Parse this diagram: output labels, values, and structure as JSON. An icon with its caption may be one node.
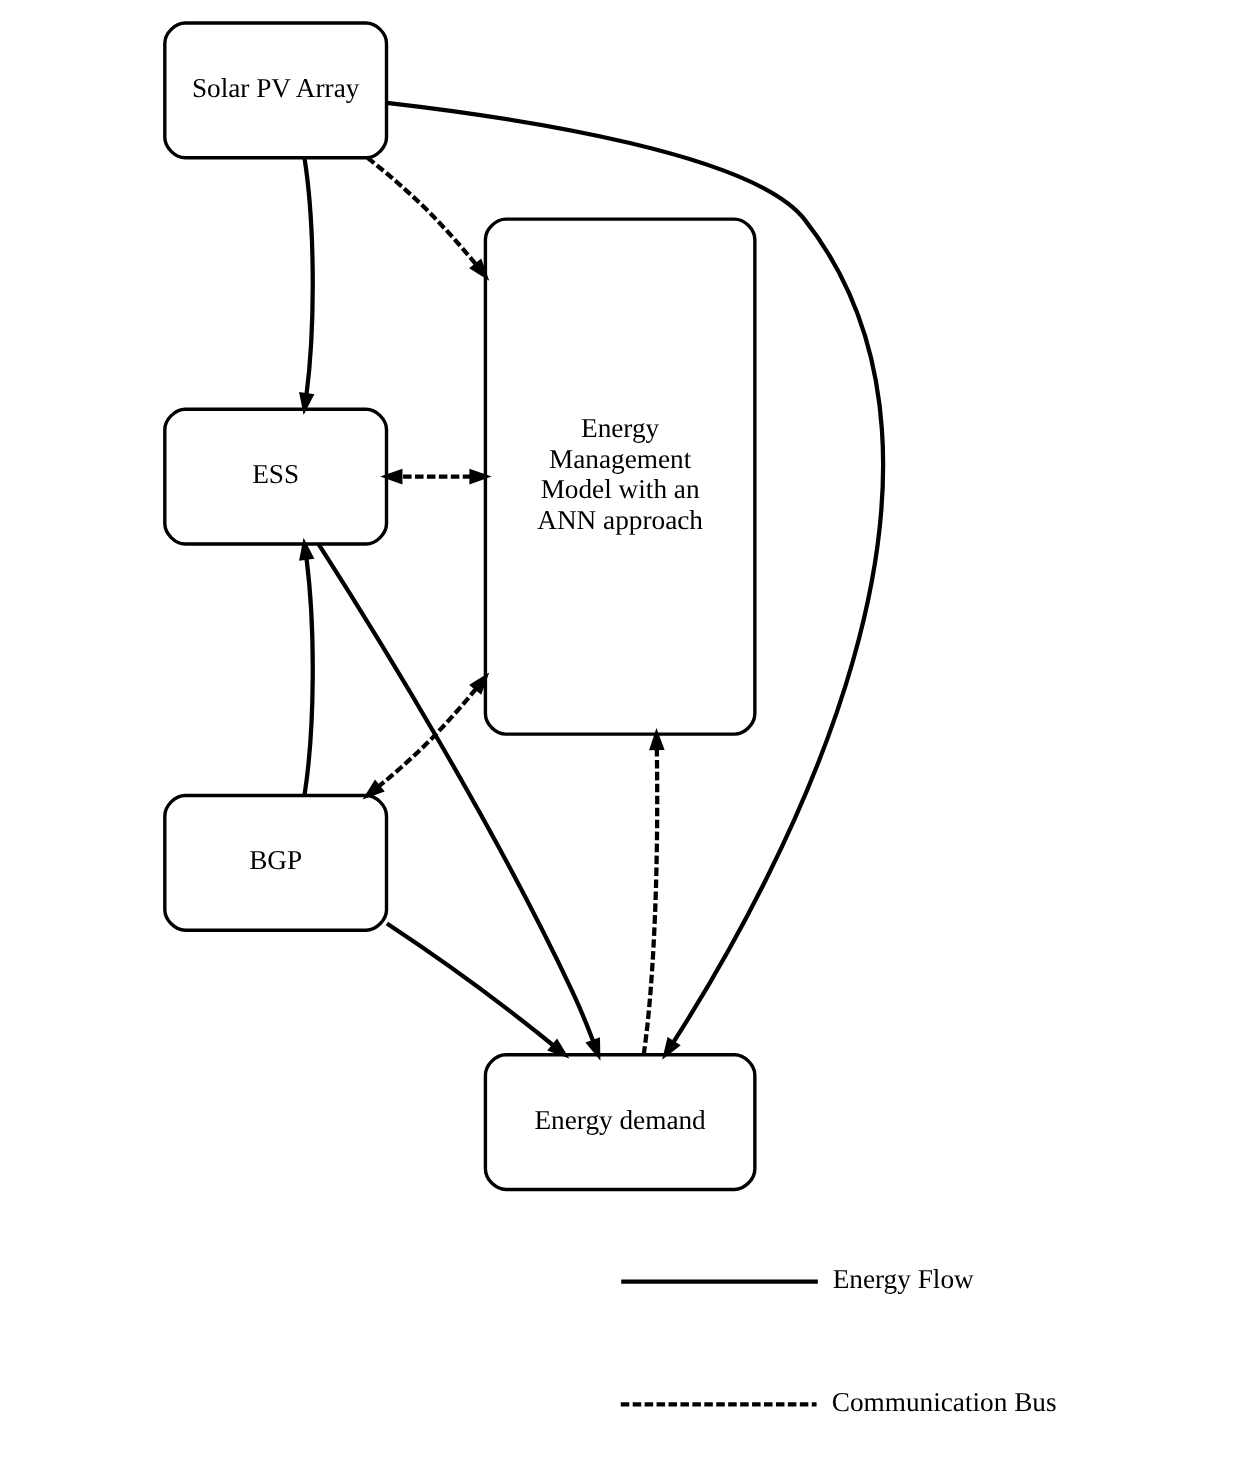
{
  "diagram": {
    "nodes": [
      {
        "text": [
          "Energy Management Model with an ANN approach"
        ]
      },
      {
        "text": [
          "Solar PV Array"
        ]
      },
      {
        "text": [
          "ESS"
        ]
      },
      {
        "text": [
          "BGP"
        ]
      },
      {
        "text": [
          "Energy demand"
        ]
      }
    ],
    "edges": [
      {
        "from": 1,
        "to": 0,
        "arrow": "to",
        "style": "dashed"
      },
      {
        "from": 0,
        "to": 2,
        "arrow": "both",
        "style": "dashed"
      },
      {
        "from": 0,
        "to": 3,
        "arrow": "both",
        "style": "dashed"
      },
      {
        "from": 4,
        "to": 0,
        "arrow": "to",
        "style": "dashed"
      },
      {
        "from": 1,
        "to": 2,
        "arrow": "to"
      },
      {
        "from": 3,
        "to": 2,
        "arrow": "to"
      },
      {
        "from": 3,
        "to": 4,
        "arrow": "to"
      },
      {
        "from": 2,
        "to": 4,
        "arrow": "to"
      },
      {
        "from": 1,
        "to": 4,
        "arrow": "to"
      }
    ],
    "legend": [
      {
        "text": "Energy Flow"
      },
      {
        "text": "Communication Bus"
      }
    ]
  }
}
